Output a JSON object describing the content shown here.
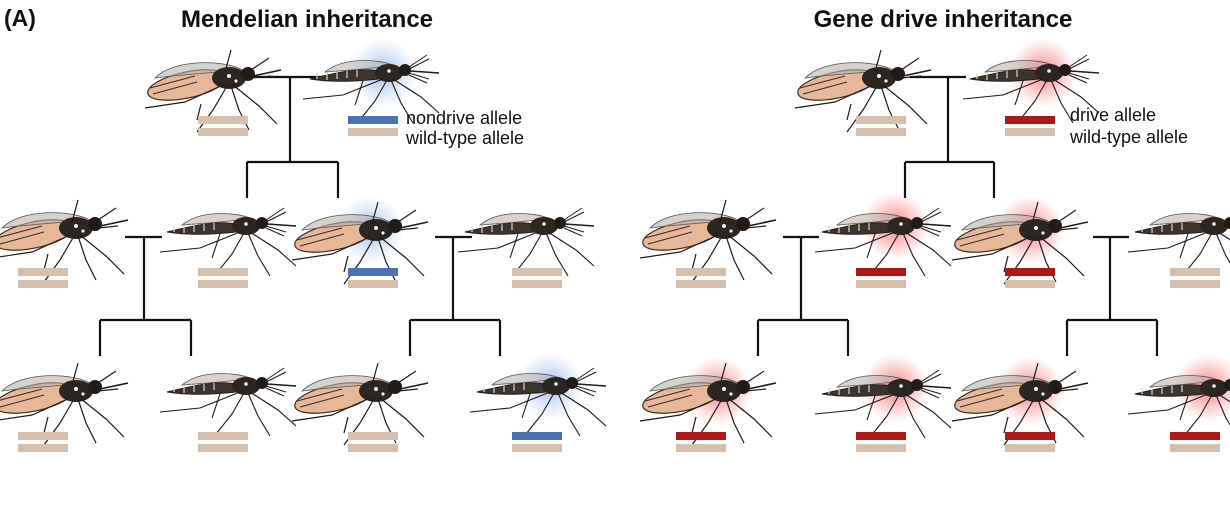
{
  "panel_label": "(A)",
  "colors": {
    "wild_type": "#d6bfad",
    "nondrive": "#4a73b5",
    "drive": "#b01818",
    "glow_blue": "#6f9be0",
    "glow_red": "#f2575a",
    "line": "#111111"
  },
  "mendelian": {
    "title": "Mendelian inheritance",
    "legend": {
      "top": "nondrive allele",
      "bottom": "wild-type allele"
    },
    "generations": [
      {
        "individuals": [
          {
            "sex": "female",
            "alleles": [
              "wild-type",
              "wild-type"
            ]
          },
          {
            "sex": "male",
            "alleles": [
              "nondrive",
              "wild-type"
            ]
          }
        ]
      },
      {
        "individuals": [
          {
            "sex": "female",
            "alleles": [
              "wild-type",
              "wild-type"
            ]
          },
          {
            "sex": "male",
            "alleles": [
              "wild-type",
              "wild-type"
            ]
          },
          {
            "sex": "female",
            "alleles": [
              "nondrive",
              "wild-type"
            ]
          },
          {
            "sex": "male",
            "alleles": [
              "wild-type",
              "wild-type"
            ]
          }
        ]
      },
      {
        "individuals": [
          {
            "sex": "female",
            "alleles": [
              "wild-type",
              "wild-type"
            ]
          },
          {
            "sex": "male",
            "alleles": [
              "wild-type",
              "wild-type"
            ]
          },
          {
            "sex": "female",
            "alleles": [
              "wild-type",
              "wild-type"
            ]
          },
          {
            "sex": "male",
            "alleles": [
              "nondrive",
              "wild-type"
            ]
          }
        ]
      }
    ]
  },
  "gene_drive": {
    "title": "Gene drive inheritance",
    "legend": {
      "top": "drive allele",
      "bottom": "wild-type allele"
    },
    "generations": [
      {
        "individuals": [
          {
            "sex": "female",
            "alleles": [
              "wild-type",
              "wild-type"
            ]
          },
          {
            "sex": "male",
            "alleles": [
              "drive",
              "wild-type"
            ]
          }
        ]
      },
      {
        "individuals": [
          {
            "sex": "female",
            "alleles": [
              "wild-type",
              "wild-type"
            ]
          },
          {
            "sex": "male",
            "alleles": [
              "drive",
              "wild-type"
            ]
          },
          {
            "sex": "female",
            "alleles": [
              "drive",
              "wild-type"
            ]
          },
          {
            "sex": "male",
            "alleles": [
              "wild-type",
              "wild-type"
            ]
          }
        ]
      },
      {
        "individuals": [
          {
            "sex": "female",
            "alleles": [
              "drive",
              "wild-type"
            ]
          },
          {
            "sex": "male",
            "alleles": [
              "drive",
              "wild-type"
            ]
          },
          {
            "sex": "female",
            "alleles": [
              "drive",
              "wild-type"
            ]
          },
          {
            "sex": "male",
            "alleles": [
              "drive",
              "wild-type"
            ]
          }
        ]
      }
    ]
  }
}
